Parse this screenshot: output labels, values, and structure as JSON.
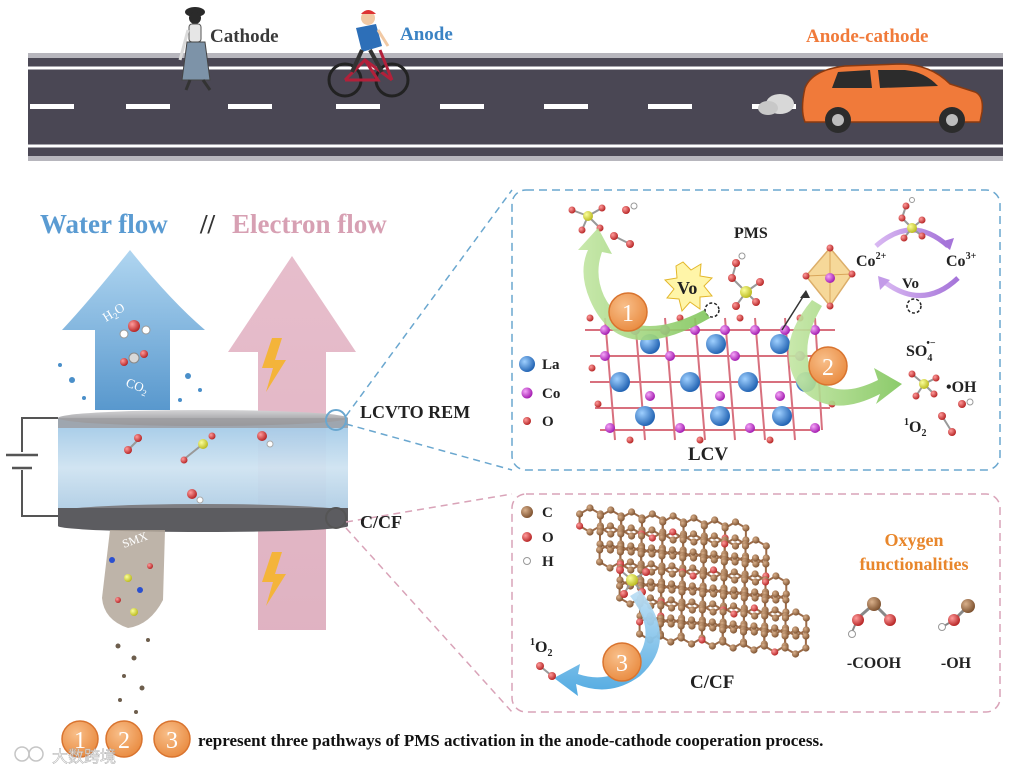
{
  "road": {
    "cathode_label": "Cathode",
    "anode_label": "Anode",
    "anode_cathode_label": "Anode-cathode"
  },
  "flow_title": {
    "water": "Water flow",
    "separator": "//",
    "electron": "Electron flow"
  },
  "reactor": {
    "top_layer_label": "LCVTO REM",
    "bottom_layer_label": "C/CF",
    "h2o": "H",
    "h2o_sub": "2",
    "h2o_tail": "O",
    "co2": "CO",
    "co2_sub": "2",
    "pollutant": "SMX"
  },
  "lcv_panel": {
    "title": "LCV",
    "pms": "PMS",
    "vo": "Vo",
    "vo_cycle": "Vo",
    "co2plus": "Co",
    "co2plus_sup": "2+",
    "co3plus": "Co",
    "co3plus_sup": "3+",
    "legend": [
      "La",
      "Co",
      "O"
    ],
    "so4": "SO",
    "so4_sub": "4",
    "so4_sup": "•−",
    "oh": "•OH",
    "singlet_sup": "1",
    "singlet": "O",
    "singlet_sub": "2",
    "step1": "1",
    "step2": "2"
  },
  "ccf_panel": {
    "title": "C/CF",
    "legend": [
      "C",
      "O",
      "H"
    ],
    "oxygen_title_1": "Oxygen",
    "oxygen_title_2": "functionalities",
    "cooh": "-COOH",
    "oh": "-OH",
    "singlet_sup": "1",
    "singlet": "O",
    "singlet_sub": "2",
    "step3": "3"
  },
  "footer": {
    "badges": [
      "1",
      "2",
      "3"
    ],
    "caption": "represent three pathways of PMS activation in the anode-cathode cooperation process.",
    "watermark": "大数跨境"
  },
  "colors": {
    "road": "#4a4754",
    "water_blue": "#3f86c2",
    "electron_pink": "#d78ea6",
    "badge_orange": "#f0a060",
    "panel_blue_border": "#6aa7cf",
    "panel_pink_border": "#d9a3b8",
    "la_blue": "#2f7dd6",
    "co_magenta": "#c02ec9",
    "o_red": "#d94d4d",
    "carbon_brown": "#a07050",
    "oxygen_orange": "#e8862b",
    "car_orange": "#f07a3a",
    "anode_blue": "#3b83c4",
    "green_arrow": "#9bd17a"
  }
}
